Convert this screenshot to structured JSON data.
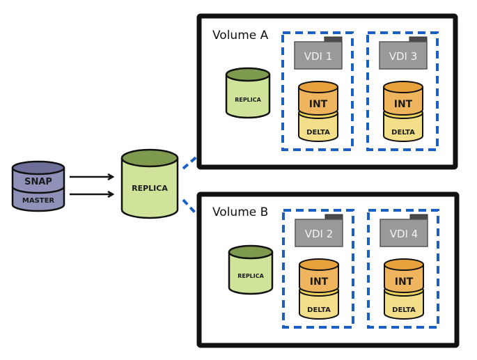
{
  "colors": {
    "snap_master_fill": "#8f91b8",
    "snap_master_top": "#6d6f99",
    "replica_fill": "#cfe39a",
    "replica_top": "#7e9a4e",
    "int_fill": "#efb55e",
    "int_top": "#e7a23e",
    "delta_fill": "#f3df8a",
    "delta_top": "#f0d45c",
    "vdi_fill": "#9a9a9a",
    "vdi_tab": "#4a4a4a",
    "dash_blue": "#1a5fc4",
    "border": "#111111"
  },
  "source": {
    "top_label": "SNAP",
    "bottom_label": "MASTER"
  },
  "main_replica": {
    "label": "REPLICA"
  },
  "volumes": [
    {
      "title": "Volume A",
      "replica_label": "REPLICA",
      "vdis": [
        {
          "name": "VDI 1",
          "int_label": "INT",
          "delta_label": "DELTA"
        },
        {
          "name": "VDI 3",
          "int_label": "INT",
          "delta_label": "DELTA"
        }
      ]
    },
    {
      "title": "Volume B",
      "replica_label": "REPLICA",
      "vdis": [
        {
          "name": "VDI 2",
          "int_label": "INT",
          "delta_label": "DELTA"
        },
        {
          "name": "VDI 4",
          "int_label": "INT",
          "delta_label": "DELTA"
        }
      ]
    }
  ]
}
